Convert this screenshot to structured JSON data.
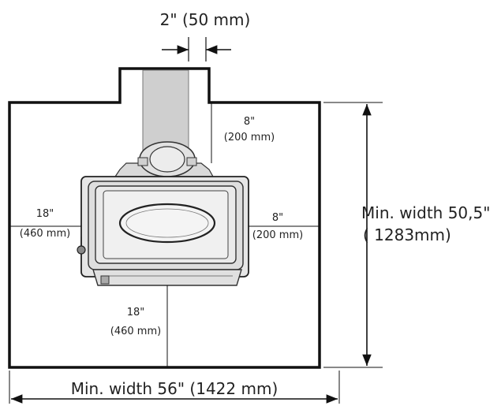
{
  "labels": {
    "flue_gap": "2\" (50 mm)",
    "rear_inch": "8\"",
    "rear_mm": "(200 mm)",
    "left_inch": "18\"",
    "left_mm": "(460 mm)",
    "right_inch": "8\"",
    "right_mm": "(200 mm)",
    "front_inch": "18\"",
    "front_mm": "(460 mm)",
    "depth_line1": "Min. width 50,5\"",
    "depth_line2": "( 1283mm)",
    "width": "Min. width 56\" (1422 mm)"
  },
  "colors": {
    "outline": "#111111",
    "flue_fill": "#cfcfcf",
    "stove_fill": "#e6e6e6",
    "window_fill": "#f4f4f4"
  }
}
